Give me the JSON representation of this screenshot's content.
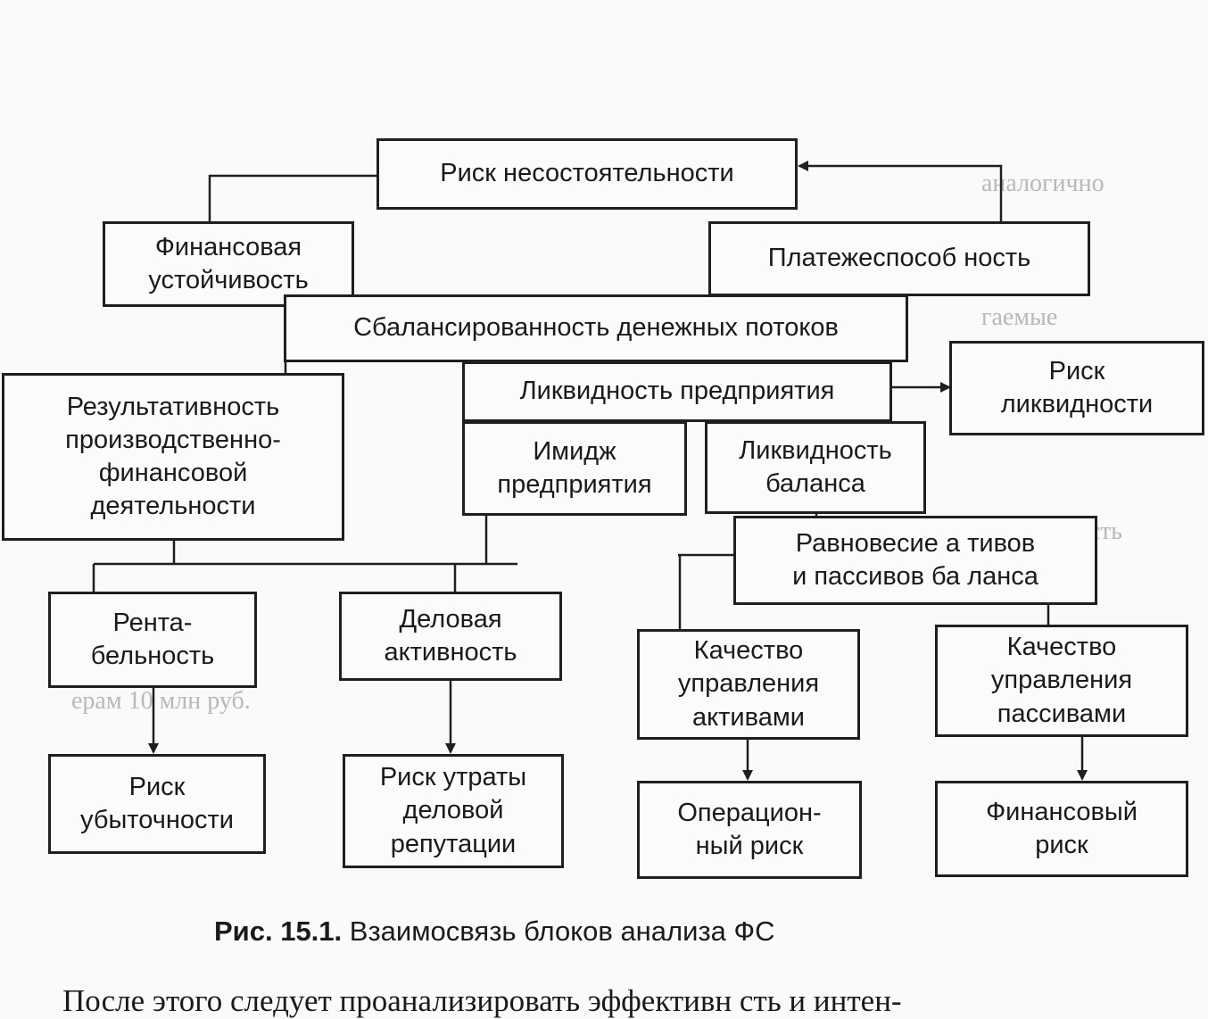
{
  "diagram": {
    "boxes": {
      "insolvency_risk": "Риск несостоятельности",
      "financial_stability": "Финансовая\nустойчивость",
      "solvency": "Платежеспособ ность",
      "cash_flow_balance": "Сбалансированность денежных потоков",
      "liquidity_risk": "Риск\nликвидности",
      "enterprise_liquidity": "Ликвидность предприятия",
      "performance": "Результативность\nпроизводственно-\nфинансовой\nдеятельности",
      "image": "Имидж\nпредприятия",
      "balance_liquidity": "Ликвидность\nбаланса",
      "equilibrium": "Равновесие а тивов\nи пассивов ба ланса",
      "profitability": "Рента-\nбельность",
      "business_activity": "Деловая\nактивность",
      "asset_management": "Качество\nуправления\nактивами",
      "liability_management": "Качество\nуправления\nпассивами",
      "loss_risk": "Риск\nубыточности",
      "reputation_risk": "Риск утраты\nделовой\nрепутации",
      "operational_risk": "Операцион-\nный риск",
      "financial_risk": "Финансовый\nриск"
    }
  },
  "caption": {
    "number": "Рис. 15.1.",
    "text": "Взаимосвязь блоков анализа ФС"
  },
  "body_text": "После этого следует проанализировать эффективн сть и интен-"
}
